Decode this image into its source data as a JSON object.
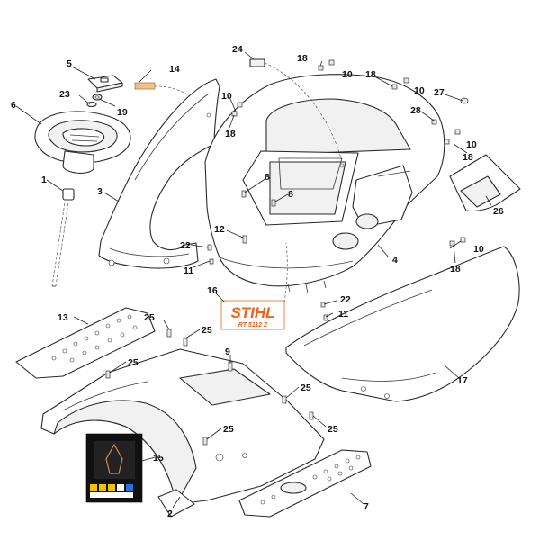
{
  "diagram": {
    "brand_logo": "STIHL",
    "model_label": "RT 5112 Z",
    "colors": {
      "decal_orange": "#e8641c",
      "line": "#2a2a2a",
      "background": "#ffffff"
    },
    "callouts": [
      {
        "id": "c1",
        "text": "1"
      },
      {
        "id": "c2",
        "text": "2"
      },
      {
        "id": "c3",
        "text": "3"
      },
      {
        "id": "c4",
        "text": "4"
      },
      {
        "id": "c5",
        "text": "5"
      },
      {
        "id": "c6",
        "text": "6"
      },
      {
        "id": "c7",
        "text": "7"
      },
      {
        "id": "c8a",
        "text": "8"
      },
      {
        "id": "c8b",
        "text": "8"
      },
      {
        "id": "c9",
        "text": "9"
      },
      {
        "id": "c10a",
        "text": "10"
      },
      {
        "id": "c10b",
        "text": "10"
      },
      {
        "id": "c10c",
        "text": "10"
      },
      {
        "id": "c10d",
        "text": "10"
      },
      {
        "id": "c10e",
        "text": "10"
      },
      {
        "id": "c11a",
        "text": "11"
      },
      {
        "id": "c11b",
        "text": "11"
      },
      {
        "id": "c12",
        "text": "12"
      },
      {
        "id": "c13",
        "text": "13"
      },
      {
        "id": "c14",
        "text": "14"
      },
      {
        "id": "c15",
        "text": "15"
      },
      {
        "id": "c16",
        "text": "16"
      },
      {
        "id": "c17",
        "text": "17"
      },
      {
        "id": "c18a",
        "text": "18"
      },
      {
        "id": "c18b",
        "text": "18"
      },
      {
        "id": "c18c",
        "text": "18"
      },
      {
        "id": "c18d",
        "text": "18"
      },
      {
        "id": "c18e",
        "text": "18"
      },
      {
        "id": "c19",
        "text": "19"
      },
      {
        "id": "c22a",
        "text": "22"
      },
      {
        "id": "c22b",
        "text": "22"
      },
      {
        "id": "c23",
        "text": "23"
      },
      {
        "id": "c24",
        "text": "24"
      },
      {
        "id": "c25a",
        "text": "25"
      },
      {
        "id": "c25b",
        "text": "25"
      },
      {
        "id": "c25c",
        "text": "25"
      },
      {
        "id": "c25d",
        "text": "25"
      },
      {
        "id": "c25e",
        "text": "25"
      },
      {
        "id": "c25f",
        "text": "25"
      },
      {
        "id": "c26",
        "text": "26"
      },
      {
        "id": "c27",
        "text": "27"
      },
      {
        "id": "c28",
        "text": "28"
      }
    ]
  }
}
